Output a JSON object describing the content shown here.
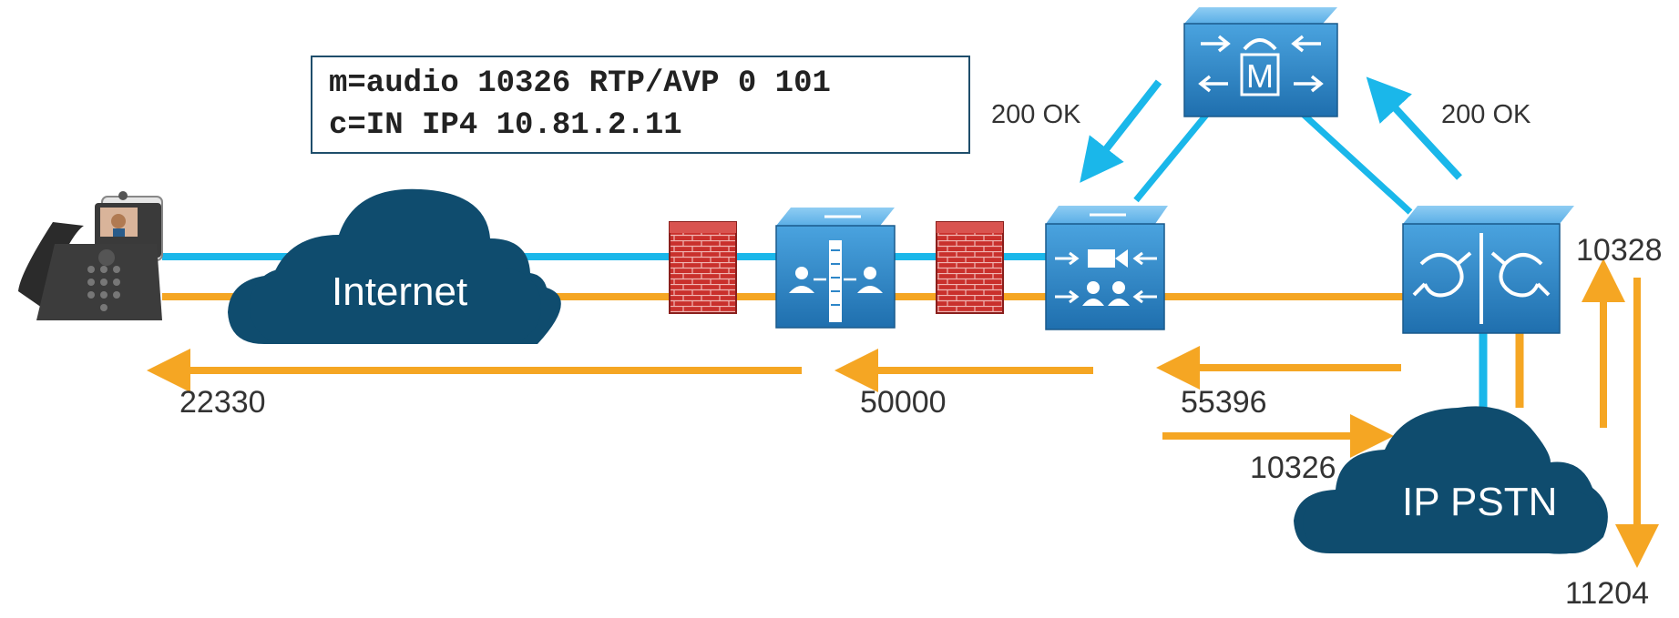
{
  "sdp": {
    "line1": "m=audio 10326 RTP/AVP 0 101",
    "line2": "c=IN IP4 10.81.2.11"
  },
  "clouds": {
    "internet": "Internet",
    "pstn": "IP PSTN"
  },
  "messages": {
    "ok_left": "200 OK",
    "ok_right": "200 OK"
  },
  "ports": {
    "p22330": "22330",
    "p50000": "50000",
    "p55396": "55396",
    "p10326": "10326",
    "p10328": "10328",
    "p11204": "11204"
  },
  "colors": {
    "signaling": "#1ab7ea",
    "media": "#f5a623",
    "device": "#2d86c8",
    "cloud": "#0f4c6e",
    "firewall": "#c9302c"
  },
  "icons": [
    "ip-phone-icon",
    "firewall-icon",
    "expressway-edge-icon",
    "conference-bridge-icon",
    "call-manager-icon",
    "cube-sbc-icon"
  ]
}
